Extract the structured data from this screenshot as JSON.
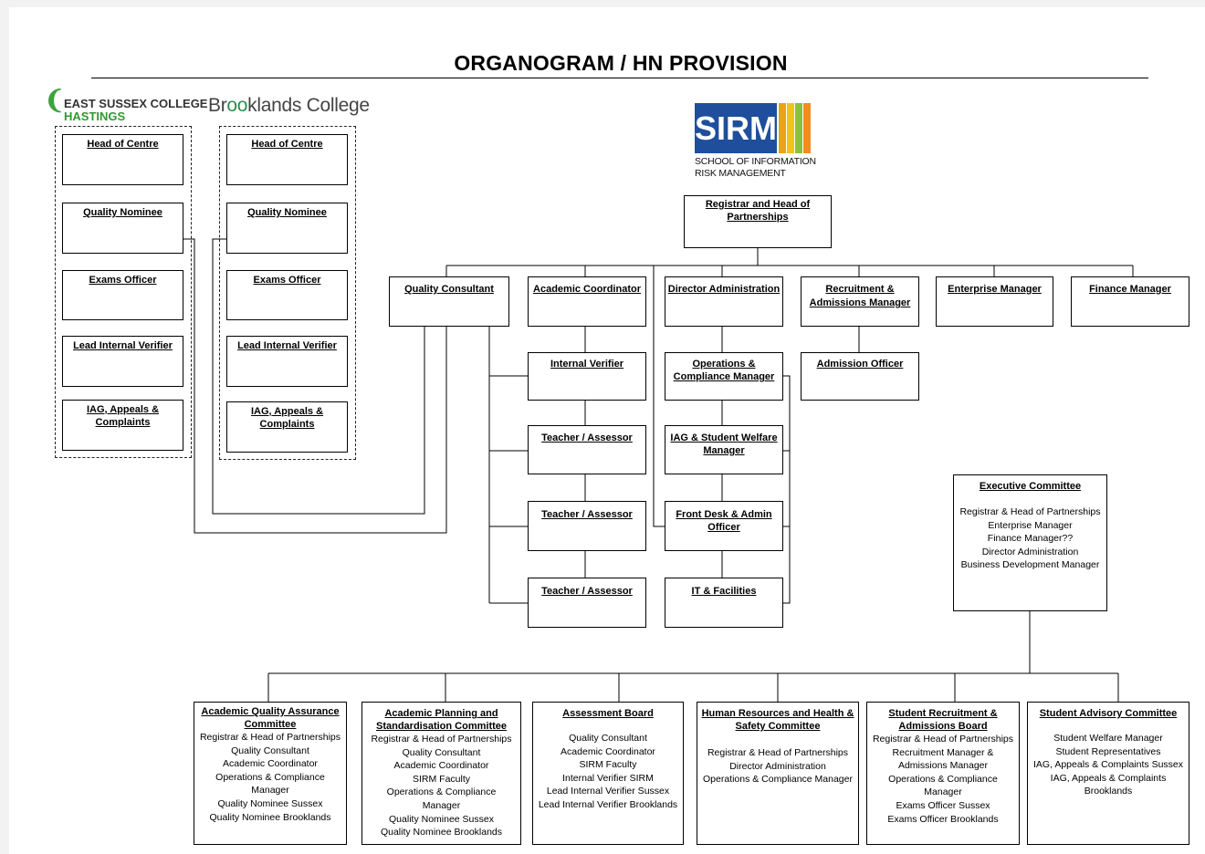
{
  "title": "ORGANOGRAM / HN PROVISION",
  "logos": {
    "esc_line1": "EAST SUSSEX COLLEGE",
    "esc_line2": "HASTINGS",
    "brooklands_pre": "Br",
    "brooklands_oo": "oo",
    "brooklands_post": "klands College",
    "sirm_mark": "SIRM",
    "sirm_line1": "SCHOOL OF INFORMATION",
    "sirm_line2": "RISK MANAGEMENT",
    "sirm_colors": [
      "#e8a317",
      "#f0c419",
      "#8bbf3f",
      "#f28c1e"
    ]
  },
  "esc_column": [
    "Head of Centre",
    "Quality Nominee",
    "Exams Officer",
    "Lead Internal Verifier",
    "IAG, Appeals & Complaints"
  ],
  "brooklands_column": [
    "Head of Centre",
    "Quality Nominee",
    "Exams Officer",
    "Lead Internal Verifier",
    "IAG, Appeals & Complaints"
  ],
  "registrar": "Registrar and Head of Partnerships",
  "level2": {
    "quality_consultant": "Quality Consultant",
    "academic_coordinator": "Academic Coordinator",
    "director_administration": "Director Administration",
    "recruitment_manager": "Recruitment & Admissions Manager",
    "enterprise_manager": "Enterprise Manager",
    "finance_manager": "Finance Manager"
  },
  "academic_column": [
    "Internal Verifier",
    "Teacher / Assessor",
    "Teacher / Assessor",
    "Teacher / Assessor"
  ],
  "admin_column": [
    "Operations & Compliance Manager",
    "IAG & Student Welfare Manager",
    "Front Desk & Admin Officer",
    "IT & Facilities"
  ],
  "admission_officer": "Admission Officer",
  "executive": {
    "title": "Executive Committee",
    "members": [
      "Registrar & Head of Partnerships",
      "Enterprise Manager",
      "Finance Manager??",
      "Director Administration",
      "Business Development Manager"
    ]
  },
  "committees": [
    {
      "title": "Academic Quality Assurance Committee",
      "members": [
        "Registrar & Head of Partnerships",
        "Quality Consultant",
        "Academic Coordinator",
        "Operations & Compliance",
        "Manager",
        "Quality Nominee Sussex",
        "Quality Nominee Brooklands"
      ]
    },
    {
      "title": "Academic Planning and Standardisation Committee",
      "members": [
        "Registrar & Head of Partnerships",
        "Quality Consultant",
        "Academic Coordinator",
        "SIRM Faculty",
        "Operations & Compliance",
        "Manager",
        "Quality Nominee Sussex",
        "Quality Nominee Brooklands"
      ]
    },
    {
      "title": "Assessment Board",
      "members": [
        "Quality Consultant",
        "Academic Coordinator",
        "SIRM Faculty",
        "Internal Verifier SIRM",
        "Lead Internal Verifier Sussex",
        "Lead Internal Verifier Brooklands"
      ]
    },
    {
      "title": "Human Resources and Health & Safety Committee",
      "members": [
        "Registrar & Head of Partnerships",
        "Director Administration",
        "Operations & Compliance Manager"
      ]
    },
    {
      "title": "Student Recruitment & Admissions Board",
      "members": [
        "Registrar & Head of Partnerships",
        "Recruitment Manager &",
        "Admissions Manager",
        "Operations & Compliance",
        "Manager",
        "Exams Officer Sussex",
        "Exams Officer Brooklands"
      ]
    },
    {
      "title": "Student Advisory Committee",
      "members": [
        "Student Welfare Manager",
        "Student Representatives",
        "IAG, Appeals & Complaints Sussex",
        "IAG, Appeals & Complaints",
        "Brooklands"
      ]
    }
  ]
}
